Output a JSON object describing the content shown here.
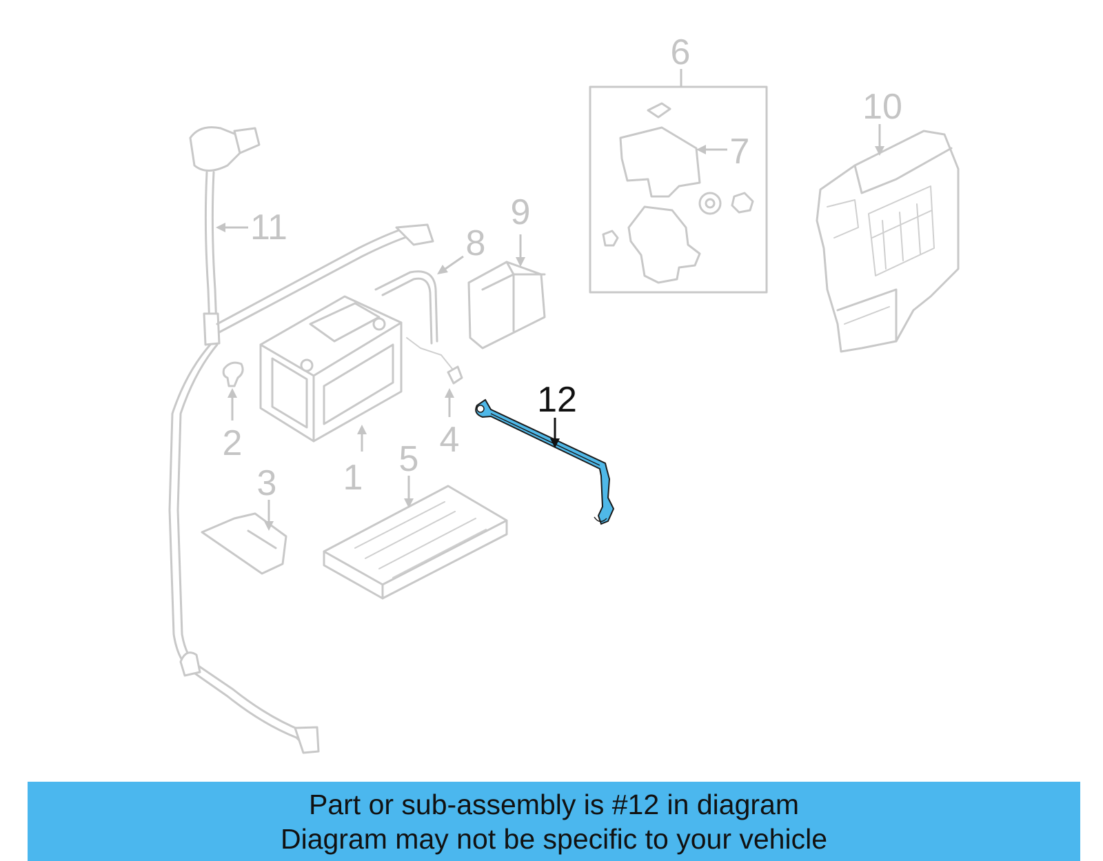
{
  "diagram": {
    "callouts": [
      "1",
      "2",
      "3",
      "4",
      "5",
      "6",
      "7",
      "8",
      "9",
      "10",
      "11",
      "12"
    ],
    "highlighted_part": "12",
    "highlight_color": "#4fb8e8",
    "ghost_color": "#c8c8c8"
  },
  "notice": {
    "line1": "Part or sub-assembly is #12 in diagram",
    "line2": "Diagram may not be specific to your vehicle",
    "background": "#4bb7ee"
  }
}
